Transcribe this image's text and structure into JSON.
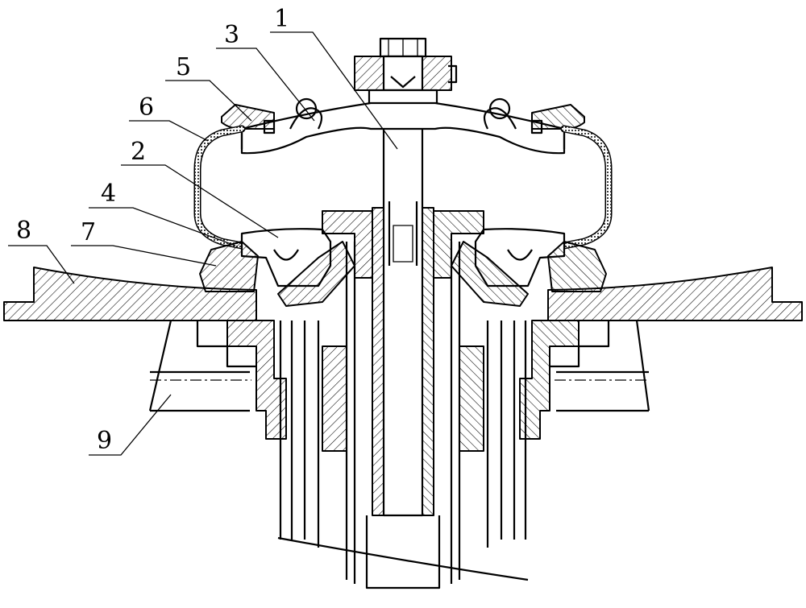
{
  "labels": [
    {
      "id": "1",
      "text": "1"
    },
    {
      "id": "2",
      "text": "2"
    },
    {
      "id": "3",
      "text": "3"
    },
    {
      "id": "4",
      "text": "4"
    },
    {
      "id": "5",
      "text": "5"
    },
    {
      "id": "6",
      "text": "6"
    },
    {
      "id": "7",
      "text": "7"
    },
    {
      "id": "8",
      "text": "8"
    },
    {
      "id": "9",
      "text": "9"
    }
  ]
}
